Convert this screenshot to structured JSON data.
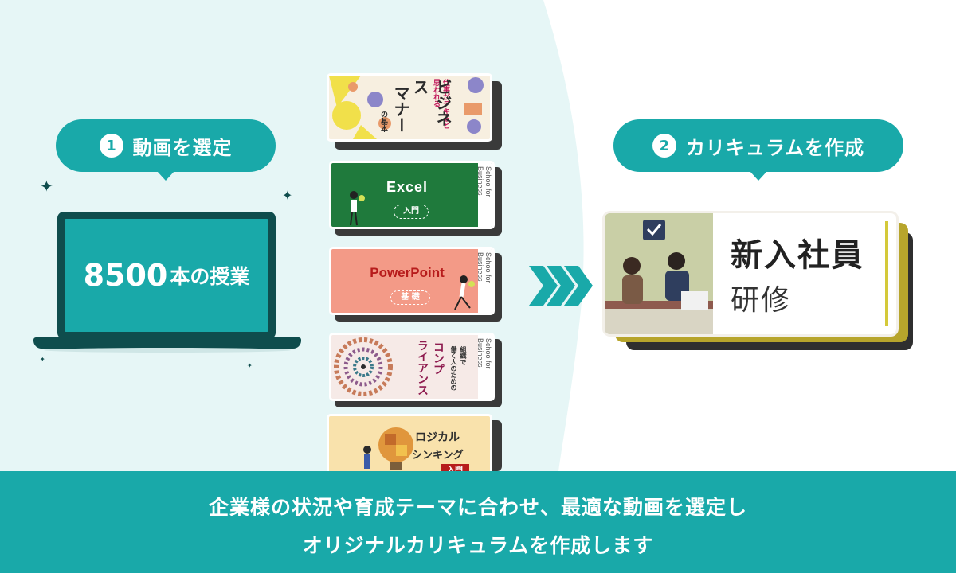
{
  "step1": {
    "number": "1",
    "label": "動画を選定"
  },
  "step2": {
    "number": "2",
    "label": "カリキュラムを作成"
  },
  "laptop": {
    "count": "8500",
    "unit": "本の授業"
  },
  "courses": {
    "manner": {
      "line1": "仕事がデキると",
      "line2": "思われる",
      "line3": "ビジネス",
      "line4": "マナー",
      "line5": "の基本"
    },
    "excel": {
      "title": "Excel",
      "level": "入門",
      "brand": "Schoo for Business"
    },
    "powerpoint": {
      "title": "PowerPoint",
      "level": "基 礎",
      "brand": "Schoo for Business"
    },
    "compliance": {
      "sub1": "組織で",
      "sub2": "働く人のための",
      "title1": "コンプ",
      "title2": "ライアンス",
      "brand": "Schoo for Business"
    },
    "logical": {
      "line1": "ロジカル",
      "line2": "シンキング",
      "level": "入門"
    }
  },
  "curriculum": {
    "line1": "新入社員",
    "line2": "研修"
  },
  "banner": {
    "line1": "企業様の状況や育成テーマに合わせ、最適な動画を選定し",
    "line2": "オリジナルカリキュラムを作成します"
  },
  "colors": {
    "teal": "#19a9a9",
    "dark_teal": "#0f4d4d",
    "light_bg": "#e6f6f6",
    "olive": "#b7a52c"
  }
}
